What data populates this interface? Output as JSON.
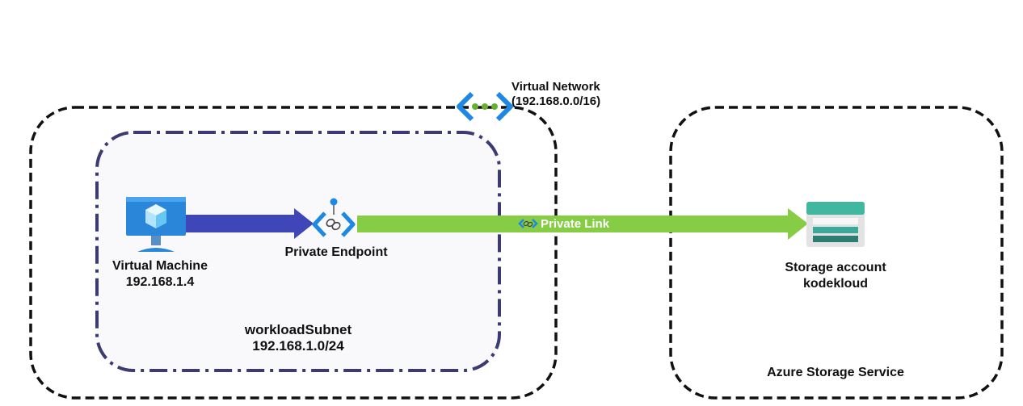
{
  "vnet": {
    "name": "Virtual Network",
    "cidr": "(192.168.0.0/16)",
    "icon": "virtual-network-icon"
  },
  "subnet": {
    "name": "workloadSubnet",
    "cidr": "192.168.1.0/24"
  },
  "vm": {
    "name": "Virtual Machine",
    "ip": "192.168.1.4",
    "icon": "virtual-machine-icon"
  },
  "private_endpoint": {
    "name": "Private Endpoint",
    "icon": "private-endpoint-icon"
  },
  "private_link": {
    "label": "Private Link",
    "icon": "private-link-icon"
  },
  "storage_account": {
    "name": "Storage account",
    "account": "kodekloud",
    "icon": "storage-account-icon"
  },
  "storage_service": {
    "name": "Azure Storage Service"
  },
  "colors": {
    "vm_arrow": "#3f46b8",
    "link_arrow": "#86cd45",
    "subnet_border": "#3b3a72",
    "azure_blue": "#1e88e5"
  }
}
